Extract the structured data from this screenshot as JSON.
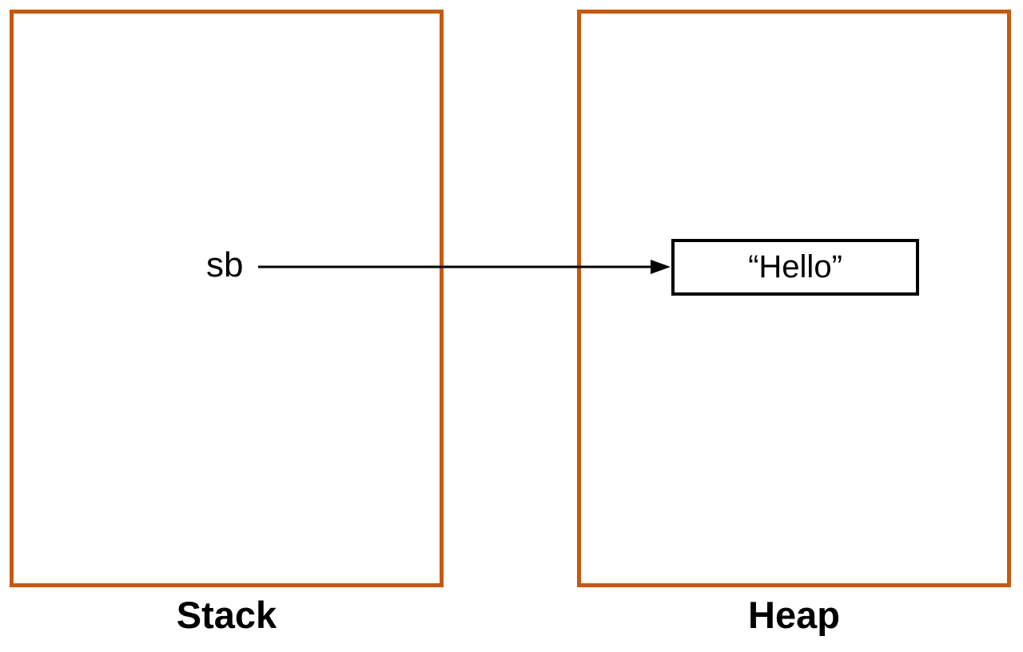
{
  "regions": {
    "stack": {
      "caption": "Stack"
    },
    "heap": {
      "caption": "Heap"
    }
  },
  "pointer": {
    "variable": "sb",
    "target_value": "“Hello”"
  },
  "colors": {
    "region_border": "#c55a11",
    "foreground": "#000000",
    "background": "#ffffff"
  }
}
